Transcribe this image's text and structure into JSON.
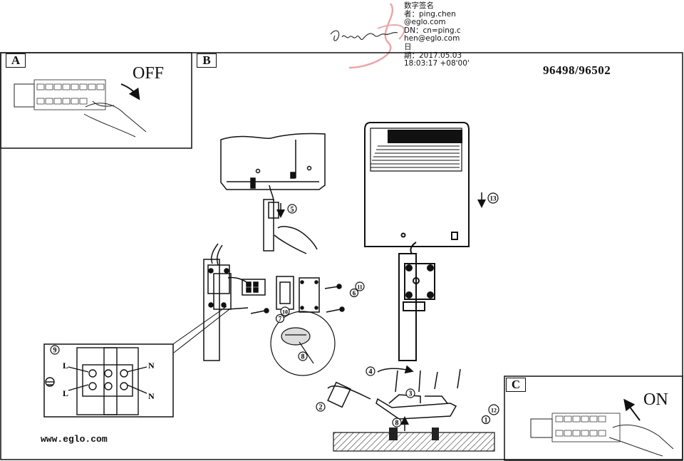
{
  "signature": {
    "cursive_name": "Ping Chen",
    "lines": [
      "数字签名",
      "者：ping.chen",
      "@eglo.com",
      "DN：cn=ping.c",
      "hen@eglo.com",
      "日",
      "期：2017.05.03",
      "18:03:17 +08'00'"
    ]
  },
  "panels": {
    "a": {
      "label": "A",
      "word": "OFF"
    },
    "b": {
      "label": "B"
    },
    "c": {
      "label": "C",
      "word": "ON"
    }
  },
  "model_number": "96498/96502",
  "website": "www.eglo.com",
  "wiring": {
    "step": "9",
    "left_top": "L",
    "left_bottom": "L",
    "right_top": "N",
    "right_bottom": "N"
  },
  "steps": [
    "1",
    "2",
    "3",
    "4",
    "5",
    "6",
    "7",
    "8",
    "10",
    "11",
    "12",
    "13"
  ]
}
